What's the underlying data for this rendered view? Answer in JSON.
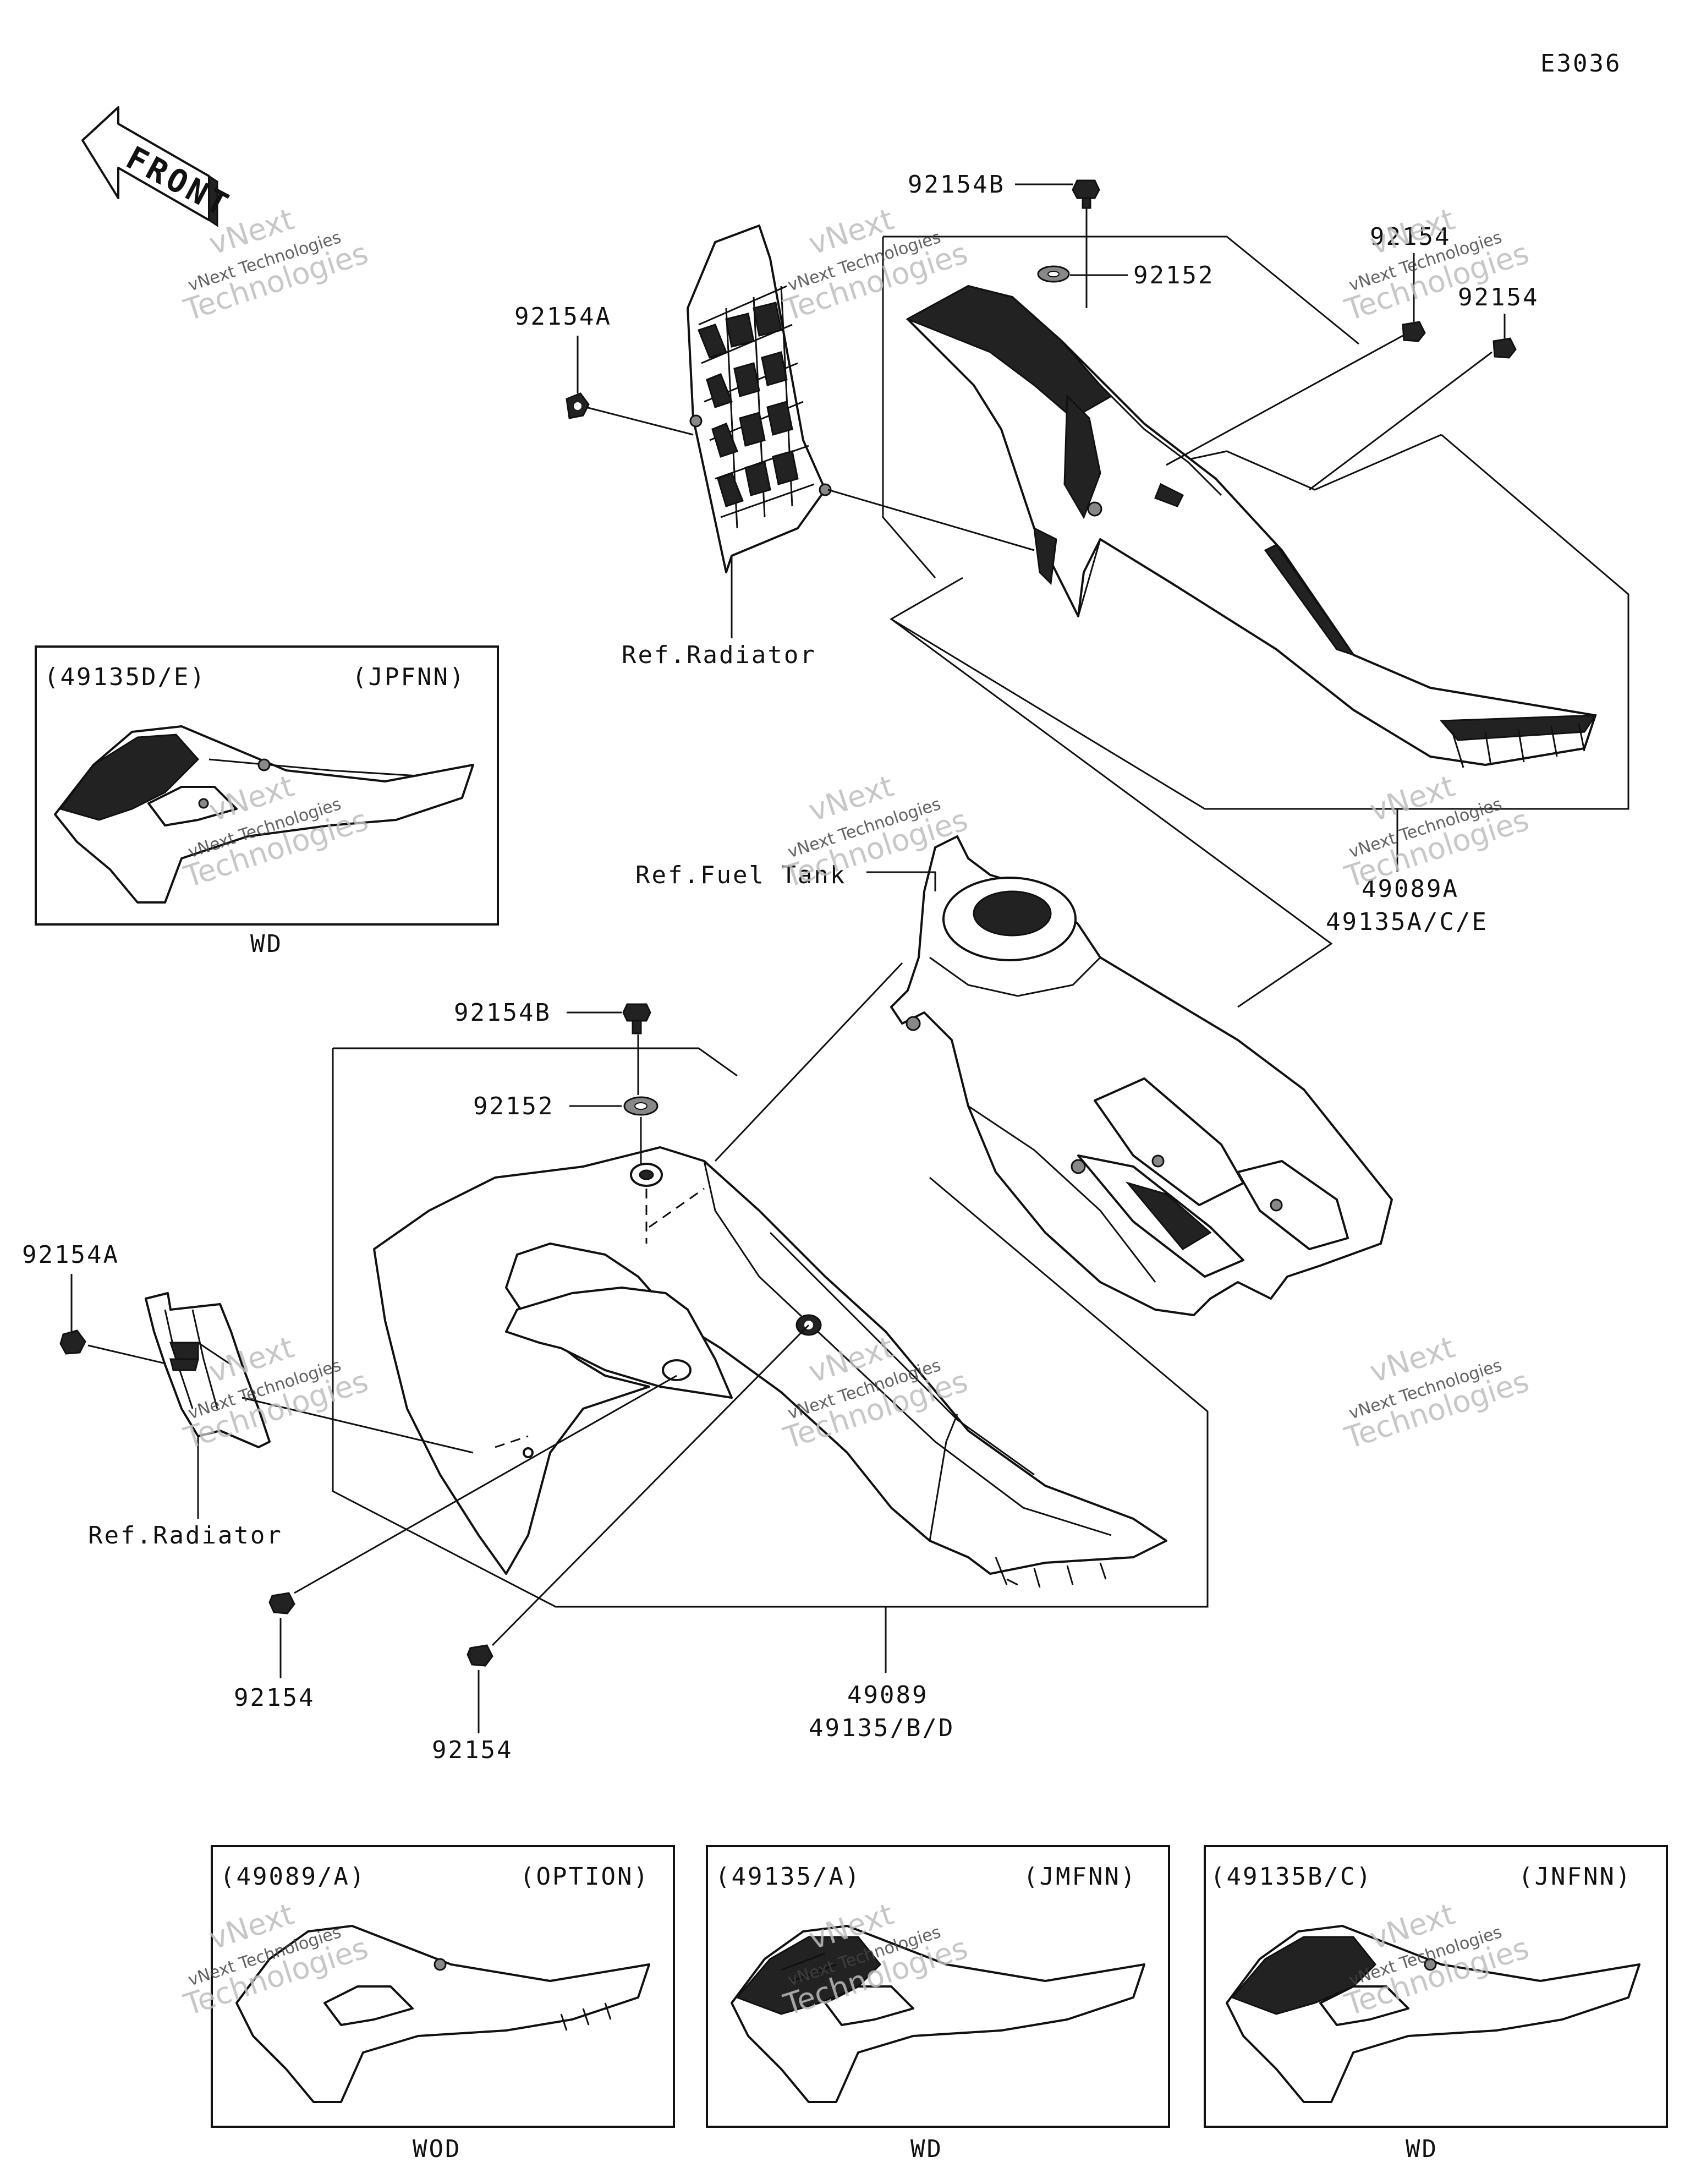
{
  "diagram_code": "E3036",
  "front_arrow_label": "FRONT",
  "watermark": {
    "line1": "vNext",
    "line2": "vNext Technologies",
    "line3": "Technologies"
  },
  "labels": {
    "upper_bolt_b": "92154B",
    "upper_washer": "92152",
    "upper_bolt_a": "92154A",
    "upper_right_bolt_1": "92154",
    "upper_right_bolt_2": "92154",
    "upper_radiator_ref": "Ref.Radiator",
    "upper_shroud_part_1": "49089A",
    "upper_shroud_part_2": "49135A/C/E",
    "fuel_tank_ref": "Ref.Fuel Tank",
    "lower_bolt_b": "92154B",
    "lower_washer": "92152",
    "lower_bolt_a": "92154A",
    "lower_radiator_ref": "Ref.Radiator",
    "lower_bolt_left": "92154",
    "lower_bolt_bottom": "92154",
    "lower_shroud_part_1": "49089",
    "lower_shroud_part_2": "49135/B/D"
  },
  "variants": [
    {
      "part": "(49135D/E)",
      "code": "(JPFNN)",
      "caption": "WD"
    },
    {
      "part": "(49089/A)",
      "code": "(OPTION)",
      "caption": "WOD"
    },
    {
      "part": "(49135/A)",
      "code": "(JMFNN)",
      "caption": "WD"
    },
    {
      "part": "(49135B/C)",
      "code": "(JNFNN)",
      "caption": "WD"
    }
  ]
}
